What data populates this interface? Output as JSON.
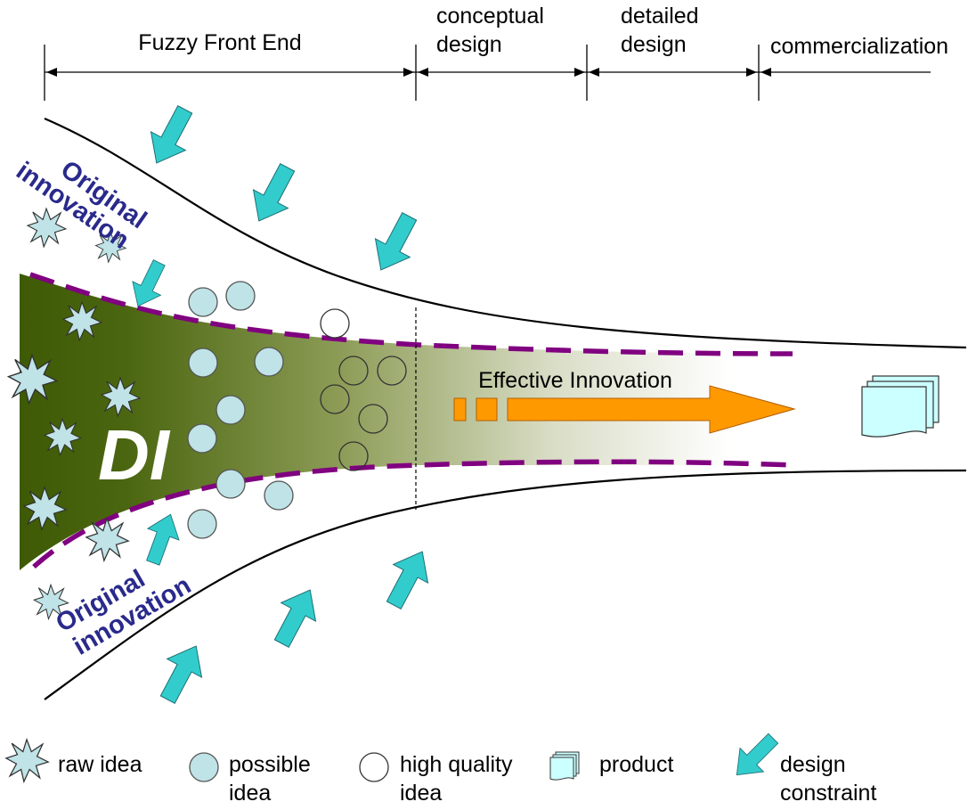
{
  "phases": {
    "fuzzy_front_end": "Fuzzy Front End",
    "conceptual_design": [
      "conceptual",
      "design"
    ],
    "detailed_design": [
      "detailed",
      "design"
    ],
    "commercialization": "commercialization"
  },
  "funnel": {
    "di_label": "DI",
    "effective_innovation": "Effective Innovation",
    "original_innovation_top": [
      "Original",
      "innovation"
    ],
    "original_innovation_bottom": [
      "Original",
      "innovation"
    ]
  },
  "legend": {
    "raw_idea": "raw idea",
    "possible_idea": [
      "possible",
      "idea"
    ],
    "high_quality_idea": [
      "high quality",
      "idea"
    ],
    "product": "product",
    "design_constraint": [
      "design",
      "constraint"
    ]
  },
  "icons": {
    "raw_idea": "starburst-icon",
    "possible_idea": "filled-circle-icon",
    "high_quality_idea": "hollow-circle-icon",
    "product": "document-stack-icon",
    "design_constraint": "arrow-icon"
  },
  "colors": {
    "di_region_dark": "#3e5a04",
    "dashed_boundary": "#800080",
    "constraint_arrow": "#33cccc",
    "idea_fill": "#bfe3e6",
    "effective_arrow": "#ff9900",
    "funnel_line": "#000000",
    "original_text": "#2a2a8c"
  }
}
